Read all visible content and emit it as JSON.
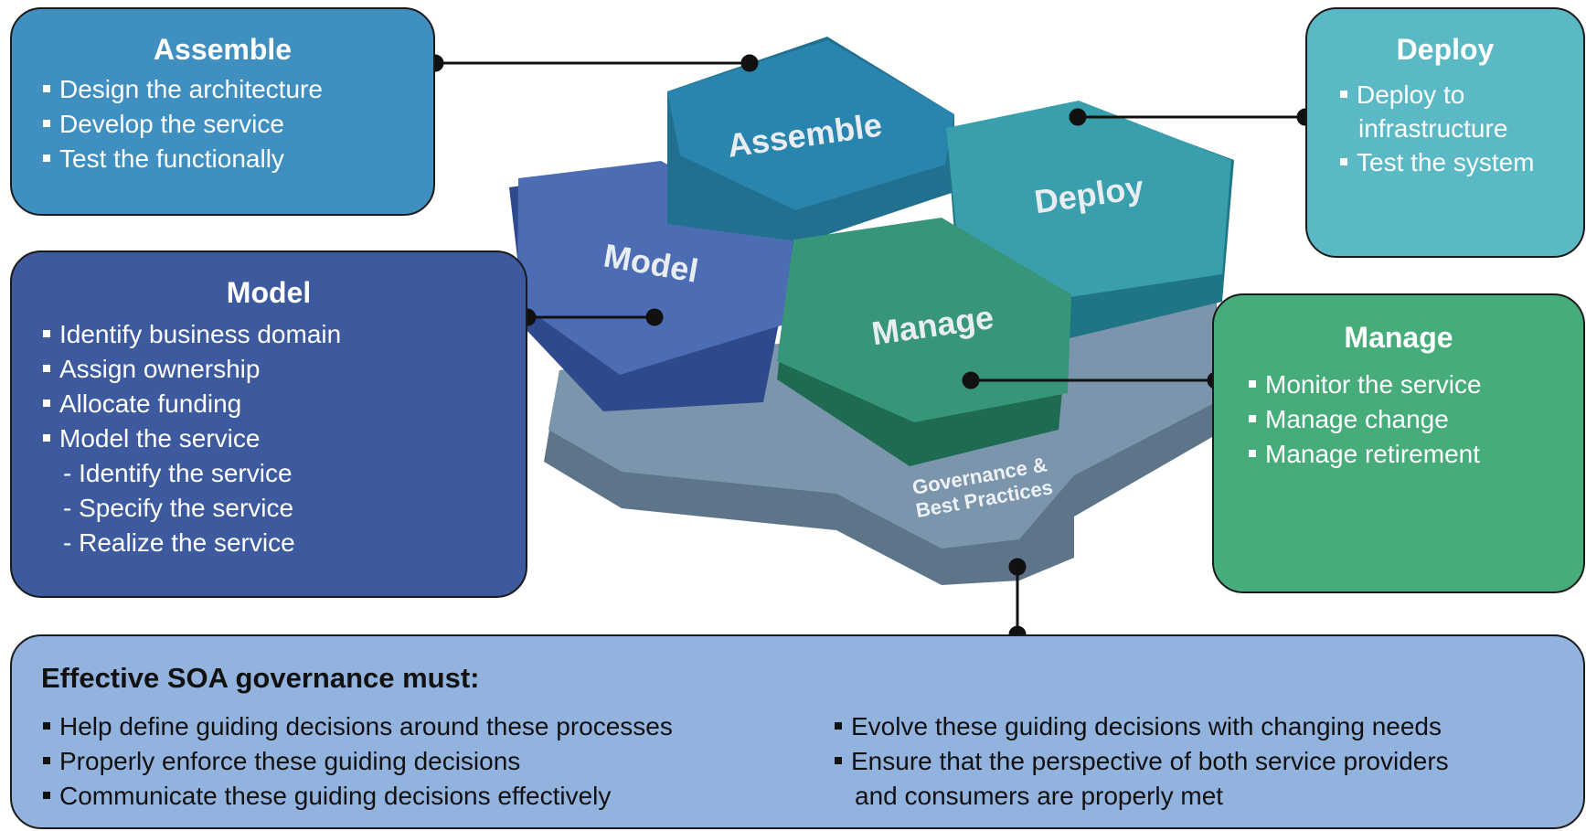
{
  "hexagons": {
    "assemble": "Assemble",
    "deploy": "Deploy",
    "model": "Model",
    "manage": "Manage",
    "governance_line1": "Governance &",
    "governance_line2": "Best Practices"
  },
  "assemble_box": {
    "title": "Assemble",
    "items": [
      "Design the architecture",
      "Develop the service",
      "Test the functionally"
    ]
  },
  "deploy_box": {
    "title": "Deploy",
    "items": [
      "Deploy to",
      "infrastructure",
      "Test the system"
    ]
  },
  "model_box": {
    "title": "Model",
    "items": [
      "Identify business domain",
      "Assign ownership",
      "Allocate funding",
      "Model the service"
    ],
    "subitems": [
      "- Identify the service",
      "- Specify the service",
      "- Realize the service"
    ]
  },
  "manage_box": {
    "title": "Manage",
    "items": [
      "Monitor the service",
      "Manage change",
      "Manage retirement"
    ]
  },
  "governance_box": {
    "title": "Effective SOA governance must:",
    "left_items": [
      "Help define guiding decisions around these processes",
      "Properly enforce these guiding decisions",
      "Communicate these guiding decisions effectively"
    ],
    "right_items": [
      "Evolve these guiding decisions with changing needs",
      "Ensure that the perspective of both service providers"
    ],
    "right_continuation": "and consumers are properly met"
  },
  "colors": {
    "assemble": "#3f8fc1",
    "deploy": "#5bb9c6",
    "model": "#3d5a9e",
    "manage": "#46ad7a",
    "governance": "#93b3df",
    "platform": "#7b95ad"
  }
}
